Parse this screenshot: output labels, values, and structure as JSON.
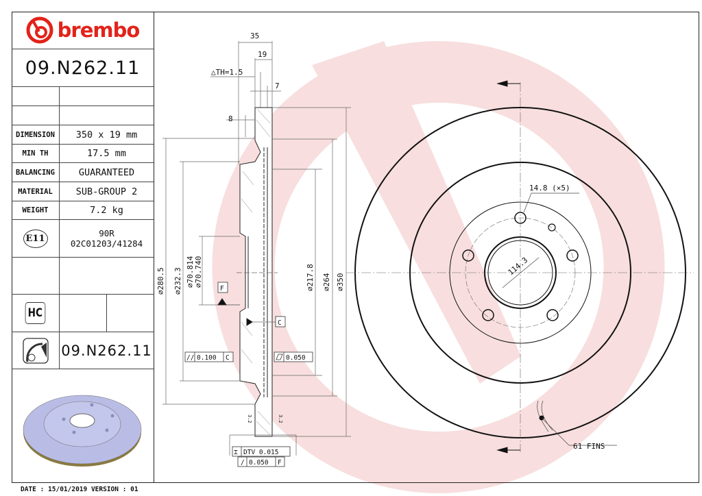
{
  "brand": {
    "name": "brembo",
    "color": "#e2231a"
  },
  "part_number": "09.N262.11",
  "specs": [
    {
      "label": "DIMENSION",
      "value": "350 x 19 mm"
    },
    {
      "label": "MIN TH",
      "value": "17.5 mm"
    },
    {
      "label": "BALANCING",
      "value": "GUARANTEED"
    },
    {
      "label": "MATERIAL",
      "value": "SUB-GROUP 2"
    },
    {
      "label": "WEIGHT",
      "value": "7.2 kg"
    }
  ],
  "approval": {
    "mark": "E11",
    "line1": "90R",
    "line2": "02C01203/41284"
  },
  "hc_badge": "HC",
  "footer": "DATE : 15/01/2019 VERSION : 01",
  "section_view": {
    "dims": [
      "35",
      "19",
      "△TH=1.5",
      "7",
      "8",
      "⌀280.5",
      "⌀232.3",
      "⌀70.814",
      "⌀70.740",
      "⌀217.8",
      "⌀264",
      "⌀350"
    ],
    "datum_f": "F",
    "datum_c": "C",
    "parallelism": {
      "symbol": "//",
      "value": "0.100",
      "datum": "C"
    },
    "flatness": {
      "value": "0.050"
    },
    "dtv": {
      "label": "DTV 0.015"
    },
    "runout": {
      "value": "0.050",
      "datum": "F"
    },
    "surface": "3.2"
  },
  "front_view": {
    "bolt_holes": "14.8 (×5)",
    "pcd": "114.3",
    "fins": "61 FINS"
  },
  "colors": {
    "disc_render": "#b9bde6",
    "watermark": "#f6d4d4"
  }
}
